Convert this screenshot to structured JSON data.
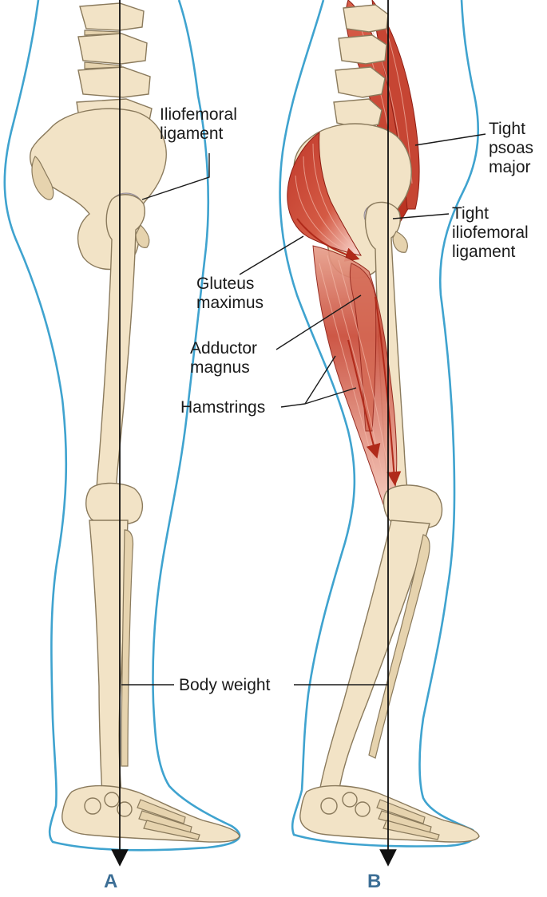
{
  "colors": {
    "bone": "#f2e3c6",
    "muscle": "#c0392b",
    "skin_outline": "#3fa3cf",
    "panel_label": "#3d6f96",
    "ligament": "#c9c2cc",
    "arrow": "#b02a1a"
  },
  "panels": {
    "a": {
      "label": "A",
      "iliofemoral": [
        "Iliofemoral",
        "ligament"
      ]
    },
    "b": {
      "label": "B",
      "psoas": [
        "Tight",
        "psoas",
        "major"
      ],
      "iliofemoral": [
        "Tight",
        "iliofemoral",
        "ligament"
      ],
      "gluteus": [
        "Gluteus",
        "maximus"
      ],
      "adductor": [
        "Adductor",
        "magnus"
      ],
      "hamstrings": "Hamstrings"
    }
  },
  "shared": {
    "body_weight": "Body weight"
  }
}
